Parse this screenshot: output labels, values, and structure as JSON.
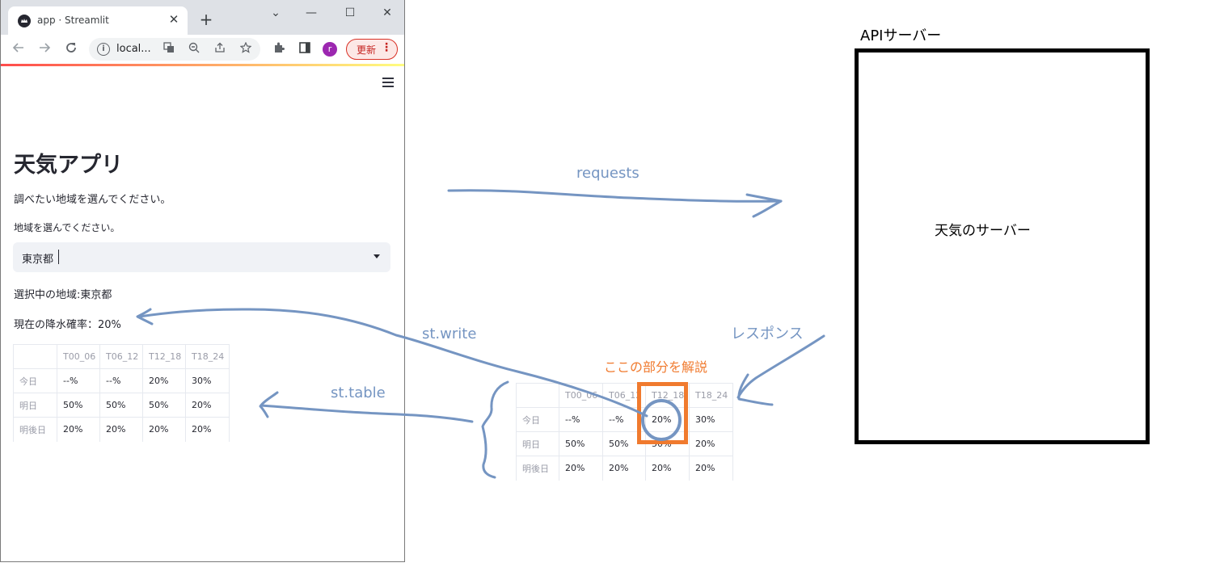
{
  "browser": {
    "tab_title": "app · Streamlit",
    "tab_close": "✕",
    "new_tab": "+",
    "window_controls": {
      "dropdown": "⌄",
      "minimize": "—",
      "maximize": "☐",
      "close": "✕"
    },
    "url": "local...",
    "profile_initial": "r",
    "update_label": "更新",
    "update_menu": "⋮",
    "icons": [
      "back-arrow-icon",
      "forward-arrow-icon",
      "reload-icon",
      "info-icon",
      "translate-icon",
      "zoom-out-icon",
      "share-icon",
      "star-icon",
      "extensions-icon",
      "side-panel-icon"
    ]
  },
  "app": {
    "title": "天気アプリ",
    "intro": "調べたい地域を選んでください。",
    "select_label": "地域を選んでください。",
    "select_value": "東京都",
    "selected_text": "選択中の地域:東京都",
    "current_rain": "現在の降水確率：20%",
    "table": {
      "columns": [
        "",
        "T00_06",
        "T06_12",
        "T12_18",
        "T18_24"
      ],
      "rows": [
        [
          "今日",
          "--%",
          "--%",
          "20%",
          "30%"
        ],
        [
          "明日",
          "50%",
          "50%",
          "50%",
          "20%"
        ],
        [
          "明後日",
          "20%",
          "20%",
          "20%",
          "20%"
        ]
      ]
    }
  },
  "diagram": {
    "requests_label": "requests",
    "response_label": "レスポンス",
    "st_write_label": "st.write",
    "st_table_label": "st.table",
    "highlight_label": "ここの部分を解説",
    "server_title": "APIサーバー",
    "server_name": "天気のサーバー",
    "ink_color": "#7595c2",
    "highlight_color": "#f07a2e",
    "table": {
      "columns": [
        "",
        "T00_06",
        "T06_12",
        "T12_18",
        "T18_24"
      ],
      "rows": [
        [
          "今日",
          "--%",
          "--%",
          "20%",
          "30%"
        ],
        [
          "明日",
          "50%",
          "50%",
          "50%",
          "20%"
        ],
        [
          "明後日",
          "20%",
          "20%",
          "20%",
          "20%"
        ]
      ]
    }
  }
}
